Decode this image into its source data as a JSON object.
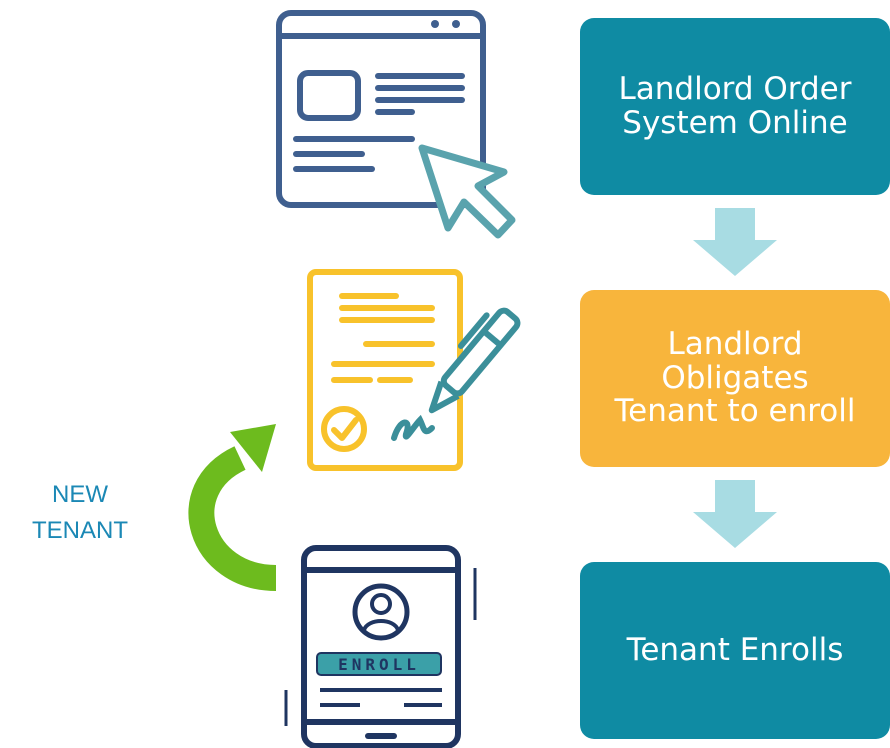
{
  "steps": [
    {
      "lines": [
        "Landlord Order",
        "System Online"
      ],
      "color": "#0f8ba3"
    },
    {
      "lines": [
        "Landlord",
        "Obligates",
        "Tenant to enroll"
      ],
      "color": "#f8b53c"
    },
    {
      "lines": [
        "Tenant Enrolls"
      ],
      "color": "#0f8ba3"
    }
  ],
  "side_label": {
    "line1": "NEW",
    "line2": "TENANT"
  },
  "phone": {
    "button_text": "ENROLL"
  },
  "icons": {
    "browser": "browser-cursor-icon",
    "contract": "signed-contract-icon",
    "phone": "phone-enroll-icon",
    "loop": "curved-arrow-icon",
    "down": "down-arrow-icon"
  },
  "colors": {
    "teal": "#0f8ba3",
    "orange": "#f8b53c",
    "arrow_light": "#a8dce3",
    "green": "#6dbb1e",
    "navy": "#3f5f8f",
    "yellow": "#f8c22b",
    "cursor": "#5aa3ad"
  }
}
